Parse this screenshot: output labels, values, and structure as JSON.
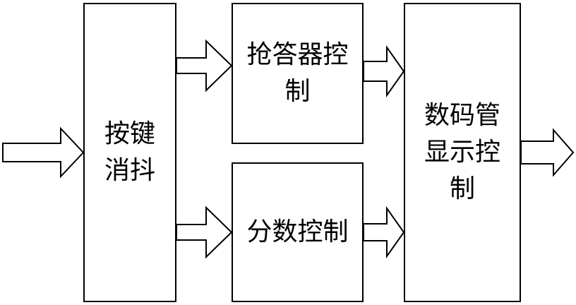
{
  "blocks": {
    "debounce": {
      "line1": "按键",
      "line2": "消抖"
    },
    "buzzer": {
      "line1": "抢答器控",
      "line2": "制"
    },
    "score": {
      "line1": "分数控制"
    },
    "display": {
      "line1": "数码管",
      "line2": "显示控",
      "line3": "制"
    }
  },
  "colors": {
    "stroke": "#000000",
    "fill": "#ffffff"
  }
}
